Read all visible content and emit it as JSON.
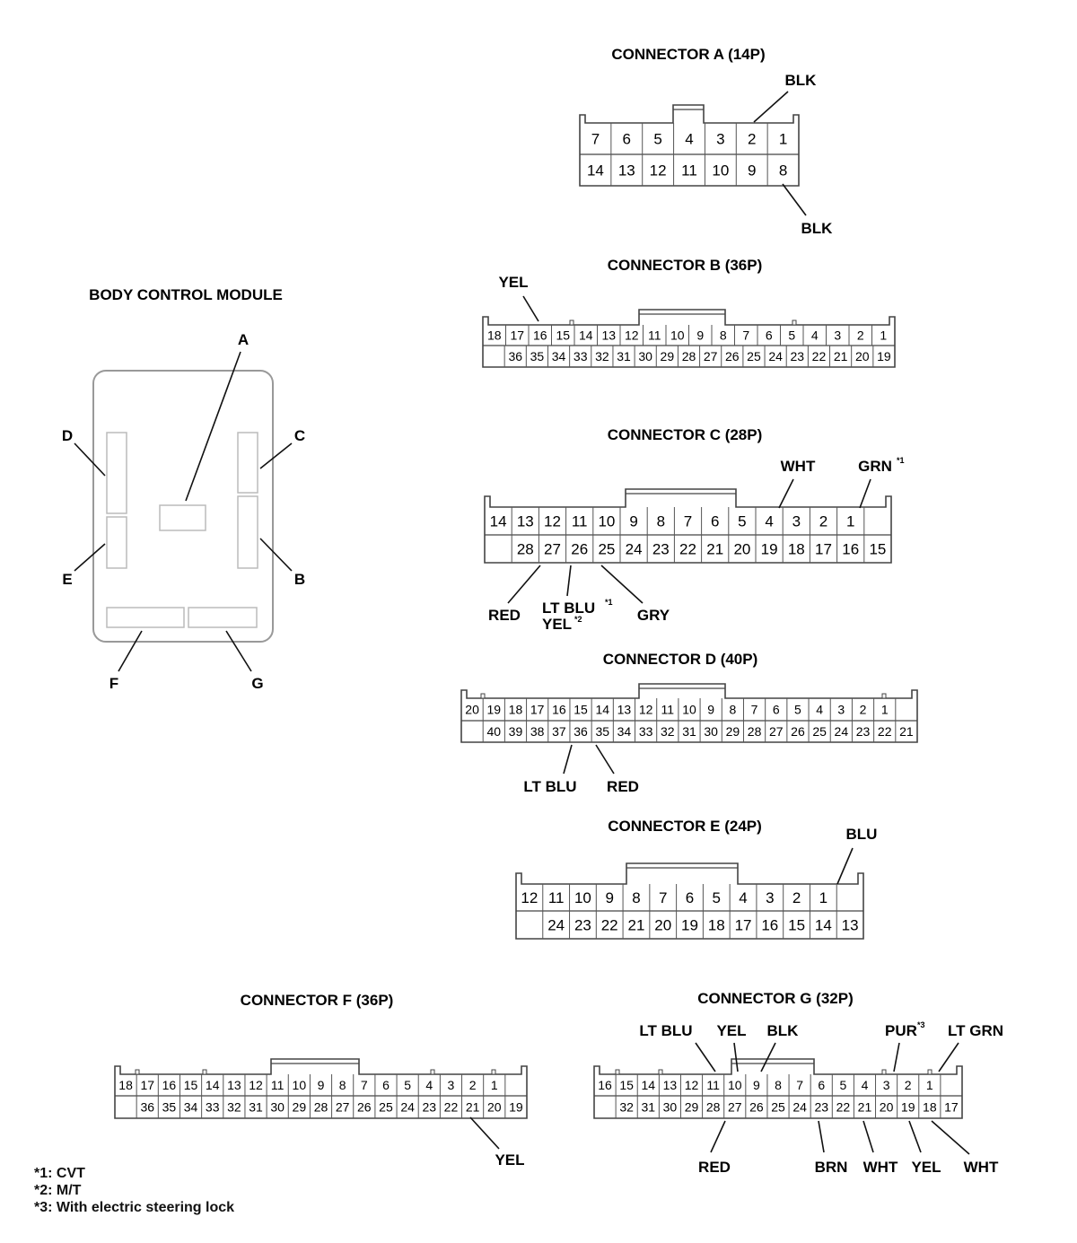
{
  "module": {
    "title": "BODY CONTROL MODULE",
    "callouts": [
      "A",
      "B",
      "C",
      "D",
      "E",
      "F",
      "G"
    ]
  },
  "connectors": {
    "A": {
      "title": "CONNECTOR A (14P)",
      "top_row": [
        "7",
        "6",
        "5",
        "4",
        "3",
        "2",
        "1"
      ],
      "bottom_row": [
        "14",
        "13",
        "12",
        "11",
        "10",
        "9",
        "8"
      ],
      "wires": [
        {
          "pin": "2",
          "color": "BLK"
        },
        {
          "pin": "8",
          "color": "BLK"
        }
      ]
    },
    "B": {
      "title": "CONNECTOR B (36P)",
      "top_row": [
        "18",
        "17",
        "16",
        "15",
        "14",
        "13",
        "12",
        "11",
        "10",
        "9",
        "8",
        "7",
        "6",
        "5",
        "4",
        "3",
        "2",
        "1"
      ],
      "bottom_row": [
        "",
        "36",
        "35",
        "34",
        "33",
        "32",
        "31",
        "30",
        "29",
        "28",
        "27",
        "26",
        "25",
        "24",
        "23",
        "22",
        "21",
        "20",
        "19"
      ],
      "wires": [
        {
          "pin": "16",
          "color": "YEL"
        }
      ]
    },
    "C": {
      "title": "CONNECTOR C (28P)",
      "top_row": [
        "14",
        "13",
        "12",
        "11",
        "10",
        "9",
        "8",
        "7",
        "6",
        "5",
        "4",
        "3",
        "2",
        "1",
        ""
      ],
      "bottom_row": [
        "",
        "28",
        "27",
        "26",
        "25",
        "24",
        "23",
        "22",
        "21",
        "20",
        "19",
        "18",
        "17",
        "16",
        "15"
      ],
      "wires": [
        {
          "pin": "4",
          "color": "WHT"
        },
        {
          "pin": "1",
          "color": "GRN",
          "note": "*1"
        },
        {
          "pin": "27",
          "color": "RED"
        },
        {
          "pin": "26",
          "color": "LT BLU",
          "note": "*1",
          "alt_color": "YEL",
          "alt_note": "*2"
        },
        {
          "pin": "25",
          "color": "GRY"
        }
      ]
    },
    "D": {
      "title": "CONNECTOR D (40P)",
      "top_row": [
        "20",
        "19",
        "18",
        "17",
        "16",
        "15",
        "14",
        "13",
        "12",
        "11",
        "10",
        "9",
        "8",
        "7",
        "6",
        "5",
        "4",
        "3",
        "2",
        "1",
        ""
      ],
      "bottom_row": [
        "",
        "40",
        "39",
        "38",
        "37",
        "36",
        "35",
        "34",
        "33",
        "32",
        "31",
        "30",
        "29",
        "28",
        "27",
        "26",
        "25",
        "24",
        "23",
        "22",
        "21"
      ],
      "wires": [
        {
          "pin": "36",
          "color": "LT BLU"
        },
        {
          "pin": "35",
          "color": "RED"
        }
      ]
    },
    "E": {
      "title": "CONNECTOR E (24P)",
      "top_row": [
        "12",
        "11",
        "10",
        "9",
        "8",
        "7",
        "6",
        "5",
        "4",
        "3",
        "2",
        "1",
        ""
      ],
      "bottom_row": [
        "",
        "24",
        "23",
        "22",
        "21",
        "20",
        "19",
        "18",
        "17",
        "16",
        "15",
        "14",
        "13"
      ],
      "wires": [
        {
          "pin": "1",
          "color": "BLU"
        }
      ]
    },
    "F": {
      "title": "CONNECTOR F (36P)",
      "top_row": [
        "18",
        "17",
        "16",
        "15",
        "14",
        "13",
        "12",
        "11",
        "10",
        "9",
        "8",
        "7",
        "6",
        "5",
        "4",
        "3",
        "2",
        "1",
        ""
      ],
      "bottom_row": [
        "",
        "36",
        "35",
        "34",
        "33",
        "32",
        "31",
        "30",
        "29",
        "28",
        "27",
        "26",
        "25",
        "24",
        "23",
        "22",
        "21",
        "20",
        "19"
      ],
      "wires": [
        {
          "pin": "21",
          "color": "YEL"
        }
      ]
    },
    "G": {
      "title": "CONNECTOR G (32P)",
      "top_row": [
        "16",
        "15",
        "14",
        "13",
        "12",
        "11",
        "10",
        "9",
        "8",
        "7",
        "6",
        "5",
        "4",
        "3",
        "2",
        "1",
        ""
      ],
      "bottom_row": [
        "",
        "32",
        "31",
        "30",
        "29",
        "28",
        "27",
        "26",
        "25",
        "24",
        "23",
        "22",
        "21",
        "20",
        "19",
        "18",
        "17"
      ],
      "wires": [
        {
          "pin": "11",
          "color": "LT BLU"
        },
        {
          "pin": "10",
          "color": "YEL"
        },
        {
          "pin": "9",
          "color": "BLK"
        },
        {
          "pin": "3",
          "color": "PUR",
          "note": "*3"
        },
        {
          "pin": "1",
          "color": "LT GRN"
        },
        {
          "pin": "27",
          "color": "RED"
        },
        {
          "pin": "23",
          "color": "BRN"
        },
        {
          "pin": "21",
          "color": "WHT"
        },
        {
          "pin": "19",
          "color": "YEL"
        },
        {
          "pin": "18",
          "color": "WHT"
        }
      ]
    }
  },
  "footnotes": [
    "*1: CVT",
    "*2: M/T",
    "*3: With electric steering lock"
  ]
}
